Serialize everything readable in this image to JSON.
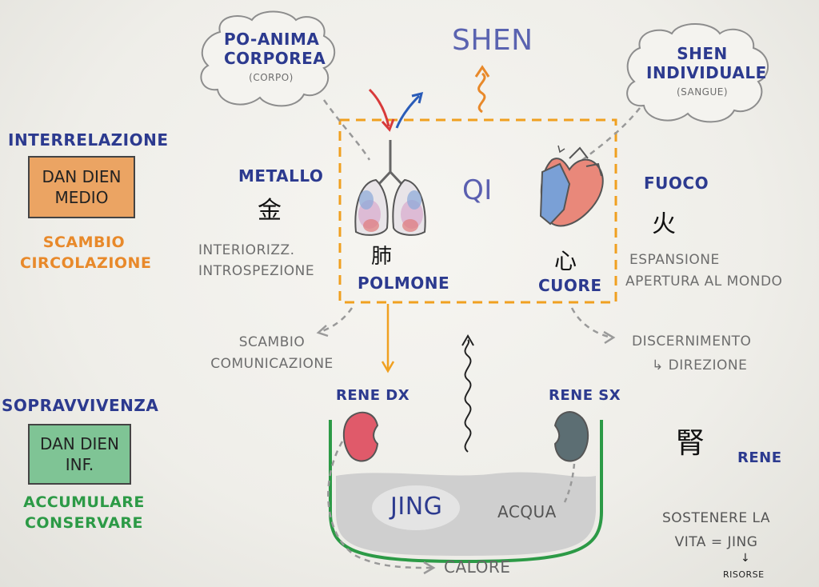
{
  "title": "SHEN",
  "clouds": {
    "po": {
      "line1": "PO-ANIMA",
      "line2": "CORPOREA",
      "sub": "(CORPO)"
    },
    "shen_ind": {
      "line1": "SHEN",
      "line2": "INDIVIDUALE",
      "sub": "(SANGUE)"
    }
  },
  "center_label": "QI",
  "left": {
    "interrelazione": "INTERRELAZIONE",
    "box_medio": {
      "line1": "DAN DIEN",
      "line2": "MEDIO",
      "color": "#eba463"
    },
    "scambio_circ": {
      "line1": "SCAMBIO",
      "line2": "CIRCOLAZIONE"
    },
    "sopravvivenza": "SOPRAVVIVENZA",
    "box_inf": {
      "line1": "DAN DIEN",
      "line2": "INF.",
      "color": "#7fc495"
    },
    "accumulare": {
      "line1": "ACCUMULARE",
      "line2": "CONSERVARE"
    }
  },
  "metallo": {
    "label": "METALLO",
    "glyph": "金",
    "line1": "INTERIORIZZ.",
    "line2": "INTROSPEZIONE"
  },
  "polmone": {
    "glyph": "肺",
    "label": "POLMONE"
  },
  "cuore": {
    "glyph": "心",
    "label": "CUORE"
  },
  "fuoco": {
    "label": "FUOCO",
    "glyph": "火",
    "line1": "ESPANSIONE",
    "line2": "APERTURA AL MONDO"
  },
  "scambio_com": {
    "line1": "SCAMBIO",
    "line2": "COMUNICAZIONE"
  },
  "discernimento": {
    "line1": "DISCERNIMENTO",
    "line2": "↳ DIREZIONE"
  },
  "rene_dx": "RENE DX",
  "rene_sx": "RENE SX",
  "jing": "JING",
  "acqua": "ACQUA",
  "calore": "CALORE",
  "rene": {
    "glyph": "腎",
    "label": "RENE"
  },
  "sostenere": {
    "line1": "SOSTENERE LA",
    "line2": "VITA = JING",
    "arrow": "↓",
    "line3": "RISORSE"
  },
  "colors": {
    "dashed_box": "#f0a020",
    "blue_ink": "#2c3a8f",
    "green_ink": "#2c9a46",
    "orange_ink": "#e8892a"
  }
}
